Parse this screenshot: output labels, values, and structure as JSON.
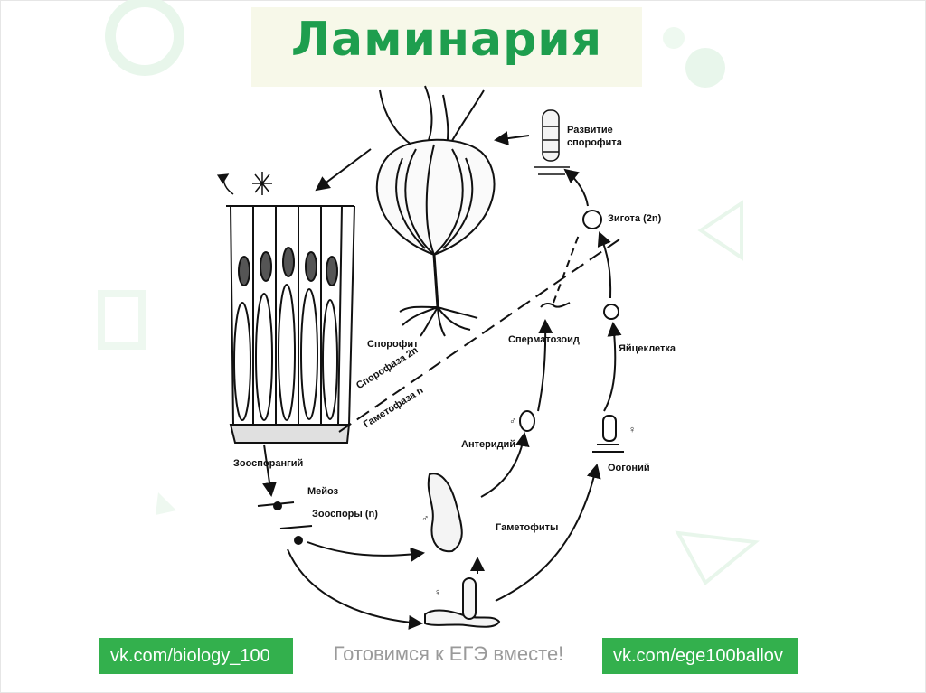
{
  "title": "Ламинария",
  "labels": {
    "razvitie": "Развитие",
    "sporofita": "спорофита",
    "zigota": "Зигота (2n)",
    "sporofit": "Спорофит",
    "spermatozoid": "Сперматозоид",
    "yaytsekletka": "Яйцеклетка",
    "sporofaza": "Спорофаза 2n",
    "gametofaza": "Гаметофаза n",
    "anteridiy": "Антеридий",
    "oogoniy": "Оогоний",
    "zoosporangiy": "Зооспорангий",
    "meyoz": "Мейоз",
    "zoospory": "Зооспоры (n)",
    "gametofity": "Гаметофиты",
    "male_1": "♂",
    "male_2": "♂",
    "female_1": "♀",
    "female_2": "♀"
  },
  "footer": {
    "left": "vk.com/biology_100",
    "center": "Готовимся к ЕГЭ вместе!",
    "right": "vk.com/ege100ballov"
  },
  "colors": {
    "accent": "#1e9e4e",
    "footer_bg": "#33b04d",
    "deco": "#e9f7ec"
  }
}
